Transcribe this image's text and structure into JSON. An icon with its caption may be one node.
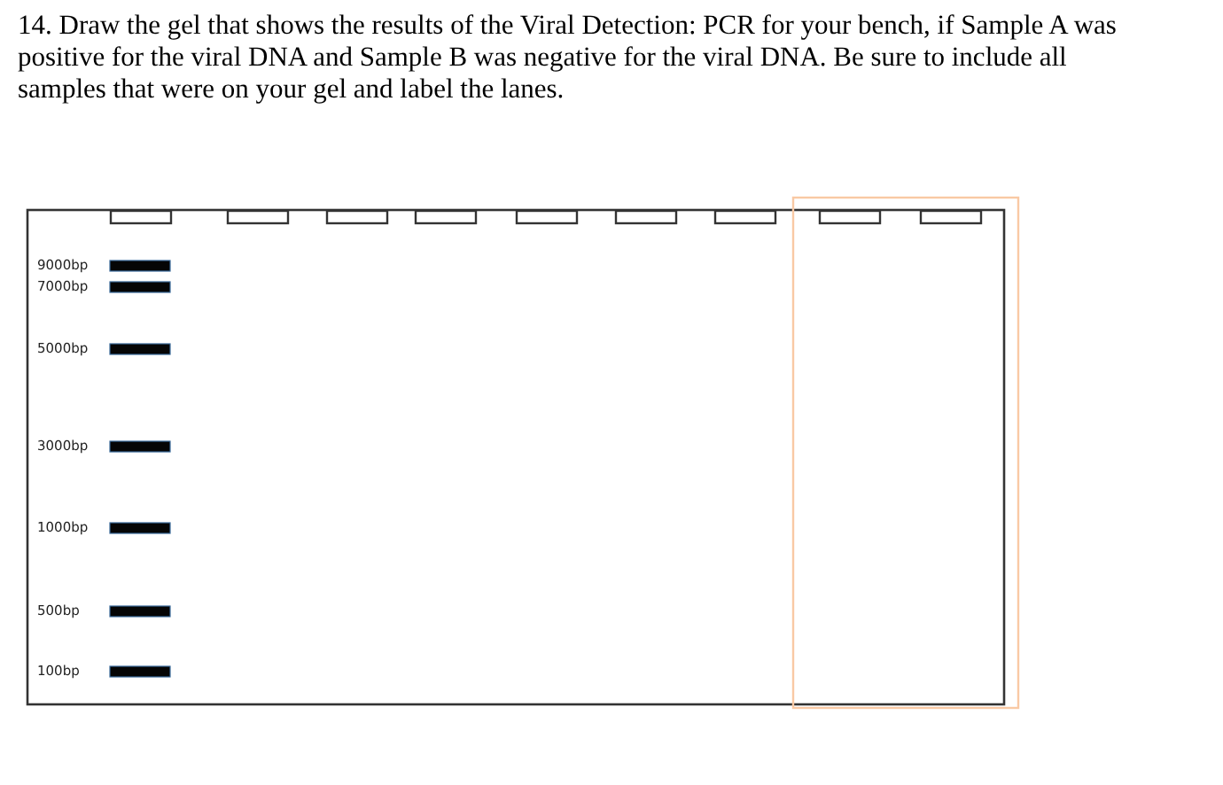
{
  "diagram": {
    "title": "14. Draw the gel that shows the results of the Viral Detection: PCR for your bench, if Sample A was positive for the viral DNA and Sample B was negative for the viral DNA. Be sure to include all samples that were on your gel and label the lanes.",
    "labels": [
      "9000bp",
      "7000bp",
      "5000bp",
      "3000bp",
      "1000bp",
      "500bp",
      "100bp"
    ]
  }
}
